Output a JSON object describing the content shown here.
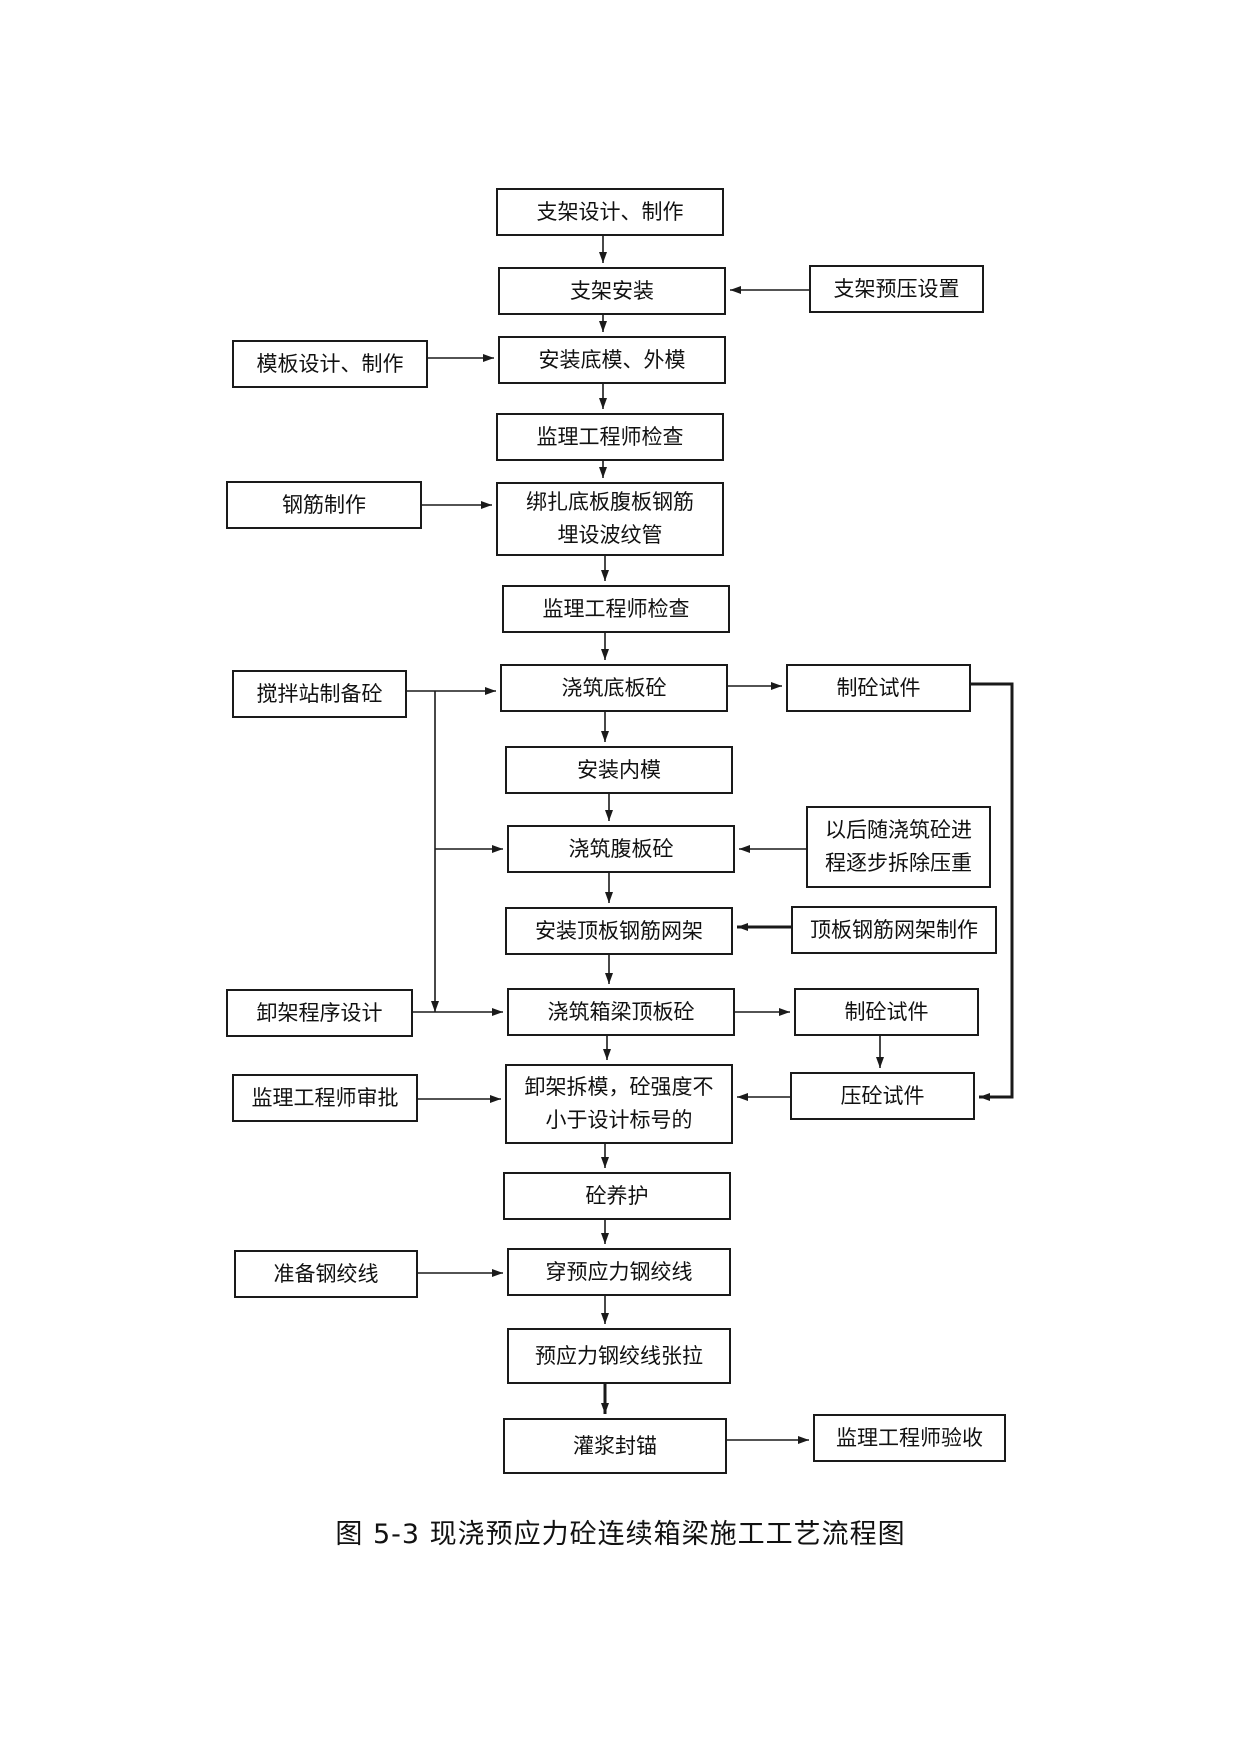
{
  "diagram": {
    "caption": "图 5-3   现浇预应力砼连续箱梁施工工艺流程图",
    "nodes": {
      "n1": "支架设计、制作",
      "n2": "支架安装",
      "n3": "安装底模、外模",
      "n4": "监理工程师检查",
      "n5": "绑扎底板腹板钢筋埋设波纹管",
      "n6": "监理工程师检查",
      "n7": "浇筑底板砼",
      "n8": "安装内模",
      "n9": "浇筑腹板砼",
      "n10": "安装顶板钢筋网架",
      "n11": "浇筑箱梁顶板砼",
      "n12": "卸架拆模，砼强度不小于设计标号的",
      "n13": "砼养护",
      "n14": "穿预应力钢绞线",
      "n15": "预应力钢绞线张拉",
      "n16": "灌浆封锚",
      "l1": "模板设计、制作",
      "l2": "钢筋制作",
      "l3": "搅拌站制备砼",
      "l4": "卸架程序设计",
      "l5": "监理工程师审批",
      "l6": "准备钢绞线",
      "r1": "支架预压设置",
      "r2": "制砼试件",
      "r3": "以后随浇筑砼进程逐步拆除压重",
      "r4": "顶板钢筋网架制作",
      "r5": "制砼试件",
      "r6": "压砼试件",
      "r7": "监理工程师验收"
    },
    "edges": [
      [
        "n1",
        "n2"
      ],
      [
        "n2",
        "n3"
      ],
      [
        "n3",
        "n4"
      ],
      [
        "n4",
        "n5"
      ],
      [
        "n5",
        "n6"
      ],
      [
        "n6",
        "n7"
      ],
      [
        "n7",
        "n8"
      ],
      [
        "n8",
        "n9"
      ],
      [
        "n9",
        "n10"
      ],
      [
        "n10",
        "n11"
      ],
      [
        "n11",
        "n12"
      ],
      [
        "n12",
        "n13"
      ],
      [
        "n13",
        "n14"
      ],
      [
        "n14",
        "n15"
      ],
      [
        "n15",
        "n16"
      ],
      [
        "r1",
        "n2"
      ],
      [
        "l1",
        "n3"
      ],
      [
        "l2",
        "n5"
      ],
      [
        "l3",
        "n7"
      ],
      [
        "l3",
        "n9"
      ],
      [
        "l3",
        "n11"
      ],
      [
        "l4",
        "n11"
      ],
      [
        "n7",
        "r2"
      ],
      [
        "r3",
        "n9"
      ],
      [
        "r4",
        "n10"
      ],
      [
        "n11",
        "r5"
      ],
      [
        "r5",
        "r6"
      ],
      [
        "r2",
        "r6"
      ],
      [
        "r6",
        "n12"
      ],
      [
        "l5",
        "n12"
      ],
      [
        "l6",
        "n14"
      ],
      [
        "n16",
        "r7"
      ]
    ]
  }
}
